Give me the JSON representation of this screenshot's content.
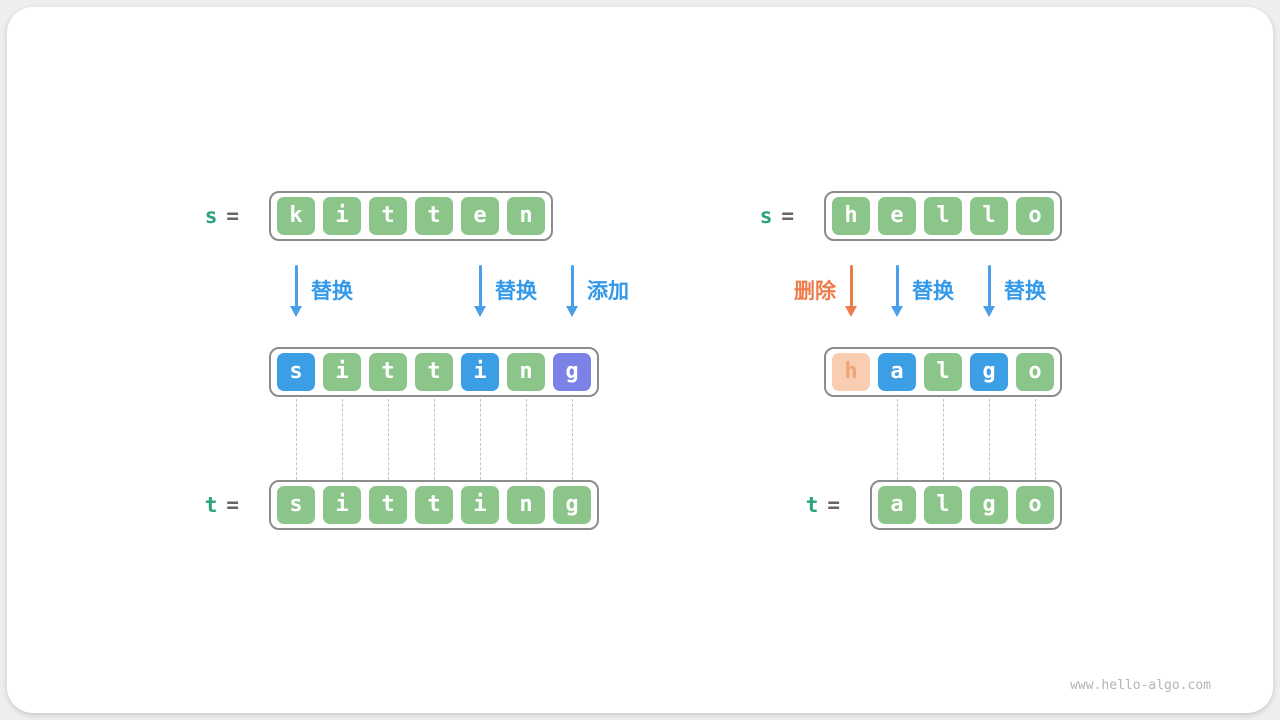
{
  "watermark": "www.hello-algo.com",
  "labels": {
    "eq": "="
  },
  "colors": {
    "box_green": "#8CC58A",
    "box_blue": "#3C9FE5",
    "box_purple": "#7C82E5",
    "box_peach_bg": "#F9CDB2",
    "box_peach_text": "#F2A477",
    "char_white": "#FFFFFF",
    "arrow_blue": "#4AA0E8",
    "arrow_orange": "#ED7C4D",
    "op_blue": "#3399E8",
    "op_orange": "#ED7C4D",
    "var_teal": "#2AA181",
    "equals_gray": "#666666"
  },
  "examples": [
    {
      "name": "kitten-to-sitting",
      "s": {
        "label": "s",
        "chars": [
          "k",
          "i",
          "t",
          "t",
          "e",
          "n"
        ]
      },
      "mid": {
        "chars": [
          {
            "c": "s",
            "k": "blue"
          },
          {
            "c": "i",
            "k": "green"
          },
          {
            "c": "t",
            "k": "green"
          },
          {
            "c": "t",
            "k": "green"
          },
          {
            "c": "i",
            "k": "blue"
          },
          {
            "c": "n",
            "k": "green"
          },
          {
            "c": "g",
            "k": "purple"
          }
        ]
      },
      "t": {
        "label": "t",
        "chars": [
          "s",
          "i",
          "t",
          "t",
          "i",
          "n",
          "g"
        ]
      },
      "ops": [
        {
          "label": "替换",
          "kind": "replace",
          "color": "blue",
          "col": 0,
          "side": "right"
        },
        {
          "label": "替换",
          "kind": "replace",
          "color": "blue",
          "col": 4,
          "side": "right"
        },
        {
          "label": "添加",
          "kind": "add",
          "color": "blue",
          "col": 6,
          "side": "right"
        }
      ],
      "connect_cols": [
        0,
        1,
        2,
        3,
        4,
        5,
        6
      ]
    },
    {
      "name": "hello-to-algo",
      "s": {
        "label": "s",
        "chars": [
          "h",
          "e",
          "l",
          "l",
          "o"
        ]
      },
      "mid": {
        "chars": [
          {
            "c": "h",
            "k": "peach"
          },
          {
            "c": "a",
            "k": "blue"
          },
          {
            "c": "l",
            "k": "green"
          },
          {
            "c": "g",
            "k": "blue"
          },
          {
            "c": "o",
            "k": "green"
          }
        ]
      },
      "t": {
        "label": "t",
        "chars": [
          "a",
          "l",
          "g",
          "o"
        ]
      },
      "ops": [
        {
          "label": "删除",
          "kind": "delete",
          "color": "orange",
          "col": 0,
          "side": "left"
        },
        {
          "label": "替换",
          "kind": "replace",
          "color": "blue",
          "col": 1,
          "side": "right"
        },
        {
          "label": "替换",
          "kind": "replace",
          "color": "blue",
          "col": 3,
          "side": "right"
        }
      ],
      "connect_cols": [
        1,
        2,
        3,
        4
      ]
    }
  ]
}
